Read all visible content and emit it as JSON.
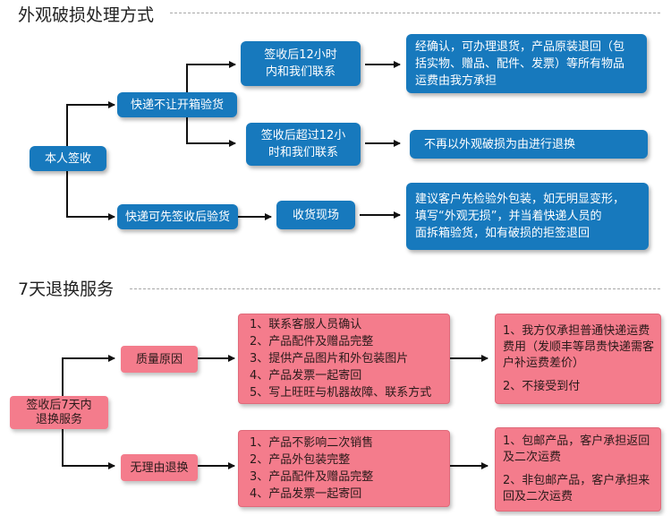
{
  "section1": {
    "title": "外观破损处理方式",
    "root": "本人签收",
    "branch_a": "快递不让开箱验货",
    "branch_a_sub1": [
      "签收后12小时",
      "内和我们联系"
    ],
    "branch_a_sub1_result": [
      "经确认，可办理退货，产品原装退回（包",
      "括实物、赠品、配件、发票）等所有物品",
      "运费由我方承担"
    ],
    "branch_a_sub2": [
      "签收后超过12小",
      "时和我们联系"
    ],
    "branch_a_sub2_result": "不再以外观破损为由进行退换",
    "branch_b": "快递可先签收后验货",
    "branch_b_sub": "收货现场",
    "branch_b_result": [
      "建议客户先检验外包装，如无明显变形，",
      "填写“外观无损”，并当着快递人员的",
      "面拆箱验货，如有破损的拒签退回"
    ]
  },
  "section2": {
    "title": "7天退换服务",
    "root": [
      "签收后7天内",
      "退换服务"
    ],
    "branch_a": "质量原因",
    "branch_a_steps": [
      "1、联系客服人员确认",
      "2、产品配件及赠品完整",
      "3、提供产品图片和外包装图片",
      "4、产品发票一起寄回",
      "5、写上旺旺与机器故障、联系方式"
    ],
    "branch_a_result": [
      "1、我方仅承担普通快递运费",
      "费用（发顺丰等昂贵快递需客",
      "户补运费差价）",
      "",
      "2、不接受到付"
    ],
    "branch_b": "无理由退换",
    "branch_b_steps": [
      "1、产品不影响二次销售",
      "2、产品外包装完整",
      "3、产品配件及赠品完整",
      "4、产品发票一起寄回"
    ],
    "branch_b_result": [
      "1、包邮产品，客户承担返回",
      "及二次运费",
      "",
      "2、非包邮产品，客户承担来",
      "回及二次运费"
    ]
  },
  "colors": {
    "blue": "#1779bd",
    "pink": "#f47c8c",
    "arrow": "#111111"
  }
}
